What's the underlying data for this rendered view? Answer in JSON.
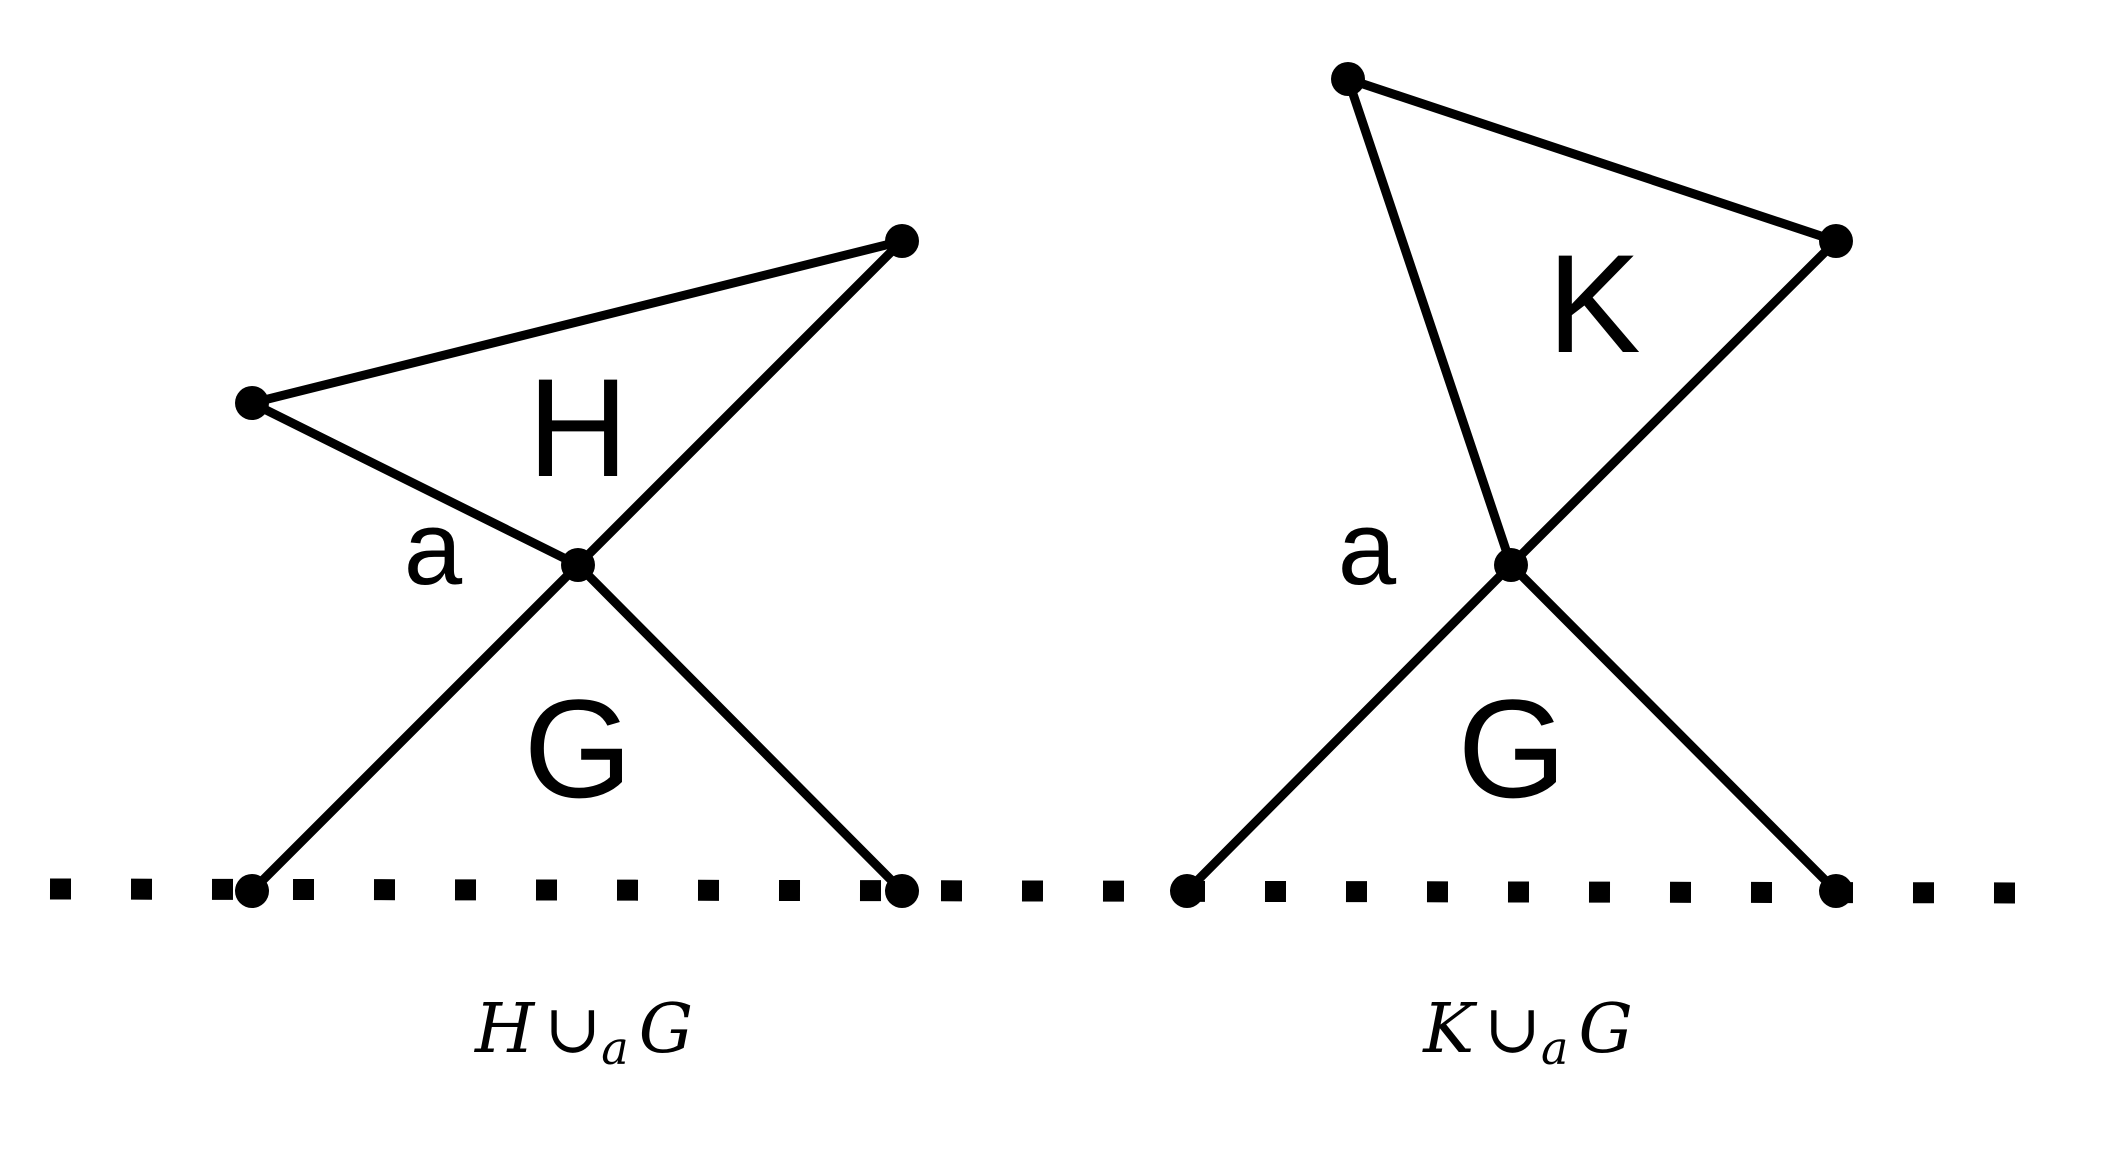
{
  "left_graph": {
    "upper_label": "H",
    "lower_label": "G",
    "vertex_label": "a",
    "caption": {
      "left": "H",
      "op": "∪",
      "sub": "a",
      "right": "G"
    }
  },
  "right_graph": {
    "upper_label": "K",
    "lower_label": "G",
    "vertex_label": "a",
    "caption": {
      "left": "K",
      "op": "∪",
      "sub": "a",
      "right": "G"
    }
  }
}
